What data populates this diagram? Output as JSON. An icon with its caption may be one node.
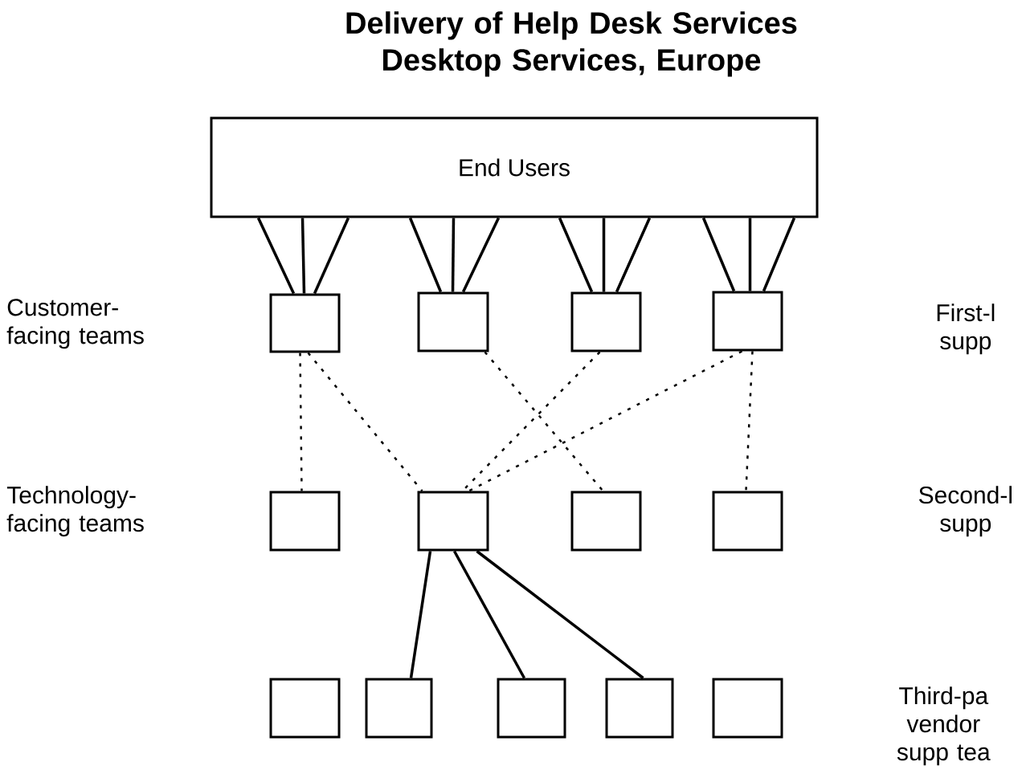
{
  "diagram": {
    "title": "Delivery of Help Desk Services Desktop Services, Europe",
    "nodes": [
      {
        "text": [
          "End Users"
        ]
      },
      {
        "text": [],
        "shape": "box"
      },
      {
        "text": [],
        "shape": "box"
      },
      {
        "text": [],
        "shape": "box"
      },
      {
        "text": [],
        "shape": "box"
      },
      {
        "text": [],
        "shape": "box"
      },
      {
        "text": [],
        "shape": "box"
      },
      {
        "text": [],
        "shape": "box"
      },
      {
        "text": [],
        "shape": "box"
      },
      {
        "text": [],
        "shape": "box"
      },
      {
        "text": [],
        "shape": "box"
      },
      {
        "text": [],
        "shape": "box"
      },
      {
        "text": [],
        "shape": "box"
      },
      {
        "text": [],
        "shape": "box"
      }
    ],
    "edges": [
      {
        "from": 0,
        "to": 1,
        "arrow": "none"
      },
      {
        "from": 0,
        "to": 1,
        "arrow": "none"
      },
      {
        "from": 0,
        "to": 1,
        "arrow": "none"
      },
      {
        "from": 0,
        "to": 2,
        "arrow": "none"
      },
      {
        "from": 0,
        "to": 2,
        "arrow": "none"
      },
      {
        "from": 0,
        "to": 2,
        "arrow": "none"
      },
      {
        "from": 0,
        "to": 3,
        "arrow": "none"
      },
      {
        "from": 0,
        "to": 3,
        "arrow": "none"
      },
      {
        "from": 0,
        "to": 3,
        "arrow": "none"
      },
      {
        "from": 0,
        "to": 4,
        "arrow": "none"
      },
      {
        "from": 0,
        "to": 4,
        "arrow": "none"
      },
      {
        "from": 0,
        "to": 4,
        "arrow": "none"
      },
      {
        "from": 1,
        "to": 5,
        "arrow": "none",
        "style": "dashed"
      },
      {
        "from": 1,
        "to": 6,
        "arrow": "none",
        "style": "dashed"
      },
      {
        "from": 2,
        "to": 7,
        "arrow": "none",
        "style": "dashed"
      },
      {
        "from": 3,
        "to": 6,
        "arrow": "none",
        "style": "dashed"
      },
      {
        "from": 4,
        "to": 6,
        "arrow": "none",
        "style": "dashed"
      },
      {
        "from": 4,
        "to": 8,
        "arrow": "none",
        "style": "dashed"
      },
      {
        "from": 6,
        "to": 10,
        "arrow": "none"
      },
      {
        "from": 6,
        "to": 11,
        "arrow": "none"
      },
      {
        "from": 6,
        "to": 12,
        "arrow": "none"
      }
    ],
    "labels": [
      "Customer- facing teams",
      "First-l supp",
      "Technology- facing teams",
      "Second-l supp",
      "Third-pa vendor supp tea"
    ]
  }
}
